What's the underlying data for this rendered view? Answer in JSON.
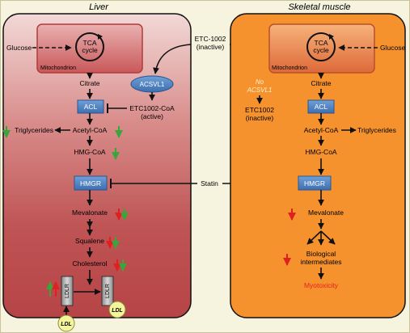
{
  "titles": {
    "liver": "Liver",
    "muscle": "Skeletal muscle"
  },
  "liver": {
    "tca": [
      "TCA",
      "cycle"
    ],
    "mitochondrion": "Mitochondrion",
    "glucose": "Glucose",
    "citrate": "Citrate",
    "acl": "ACL",
    "acsvl1": "ACSVL1",
    "etc_coa": [
      "ETC1002-CoA",
      "(active)"
    ],
    "triglycerides": "Triglycerides",
    "acetyl_coa": "Acetyl-CoA",
    "hmg_coa": "HMG-CoA",
    "hmgr": "HMGR",
    "mevalonate": "Mevalonate",
    "squalene": "Squalene",
    "cholesterol": "Cholesterol",
    "ldlr": "LDLR",
    "ldl": "LDL"
  },
  "center": {
    "etc1002": [
      "ETC-1002",
      "(inactive)"
    ],
    "statin": "Statin"
  },
  "muscle": {
    "tca": [
      "TCA",
      "cycle"
    ],
    "mitochondrion": "Mitochondrion",
    "glucose": "Glucose",
    "no_acsvl1": [
      "No",
      "ACSVL1"
    ],
    "etc_inactive": [
      "ETC1002",
      "(inactive)"
    ],
    "citrate": "Citrate",
    "acl": "ACL",
    "acetyl_coa": "Acetyl-CoA",
    "triglycerides": "Triglycerides",
    "hmg_coa": "HMG-CoA",
    "hmgr": "HMGR",
    "mevalonate": "Mevalonate",
    "bio": [
      "Biological",
      "intermediates"
    ],
    "myotoxicity": "Myotoxicity"
  },
  "colors": {
    "enzyme_box": "#4a7fc1",
    "acsvl1": "#4a7fc1",
    "down_red": "#e02020",
    "down_green": "#3aa53a",
    "muscle_bg": "#f5922e",
    "myotoxicity": "#e8231a",
    "ldl_fill": "#f4f59a"
  }
}
